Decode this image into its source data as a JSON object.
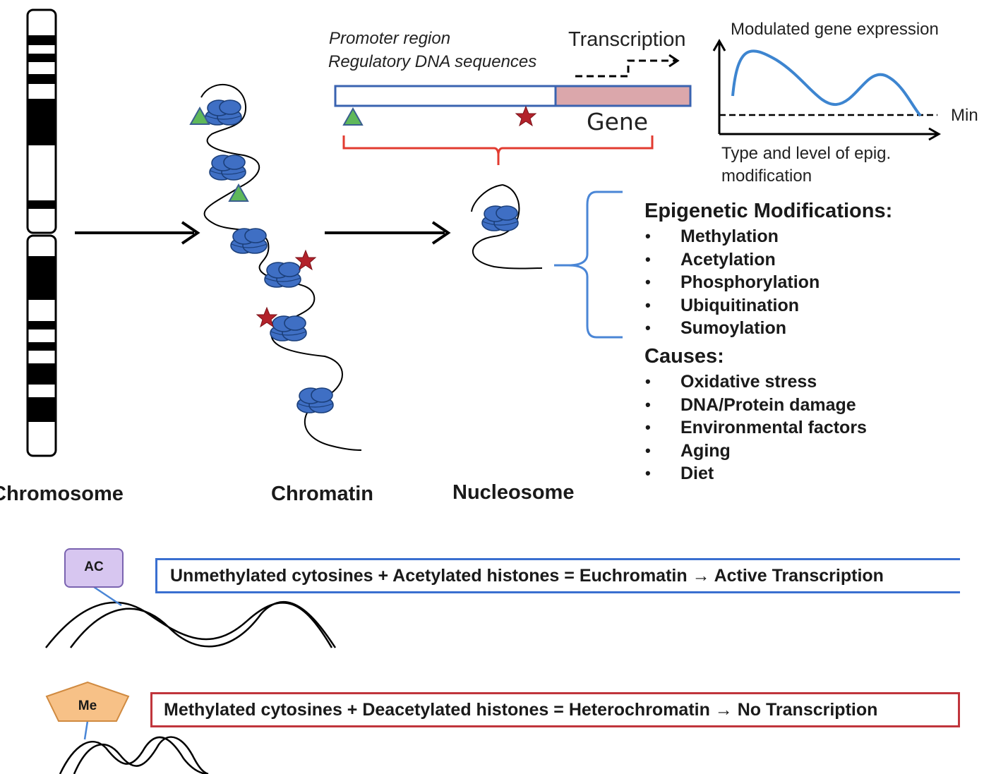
{
  "labels": {
    "chromosome": "Chromosome",
    "chromatin": "Chromatin",
    "nucleosome": "Nucleosome"
  },
  "gene_panel": {
    "promoter_line1": "Promoter region",
    "promoter_line2": "Regulatory DNA sequences",
    "transcription": "Transcription",
    "gene": "Gene"
  },
  "expression_plot": {
    "title": "Modulated gene expression",
    "min_label": "Min",
    "axis_caption_line1": "Type and level of epig.",
    "axis_caption_line2": "modification"
  },
  "modifications": {
    "heading": "Epigenetic Modifications:",
    "items": [
      "Methylation",
      "Acetylation",
      "Phosphorylation",
      "Ubiquitination",
      "Sumoylation"
    ]
  },
  "causes": {
    "heading": "Causes:",
    "items": [
      "Oxidative stress",
      "DNA/Protein damage",
      "Environmental factors",
      "Aging",
      "Diet"
    ]
  },
  "euchromatin": {
    "tag": "AC",
    "equation": "Unmethylated cytosines + Acetylated histones = Euchromatin → Active Transcription"
  },
  "heterochromatin": {
    "tag": "Me",
    "equation": "Methylated cytosines + Deacetylated histones = Heterochromatin → No Transcription"
  },
  "colors": {
    "histone_fill": "#3f6fc4",
    "histone_stroke": "#1b3f7a",
    "marker_triangle": "#5fb85a",
    "marker_star": "#b3222b",
    "gene_fill": "#dba7ab",
    "panel_border": "#3a63b0",
    "brace_red": "#e23b30",
    "brace_blue": "#4a86d6",
    "plot_line": "#3d85d0",
    "euchromatin_border": "#3a6fd0",
    "heterochromatin_border": "#c0353c",
    "ac_fill": "#d7c6f0",
    "me_fill": "#f7c187"
  }
}
